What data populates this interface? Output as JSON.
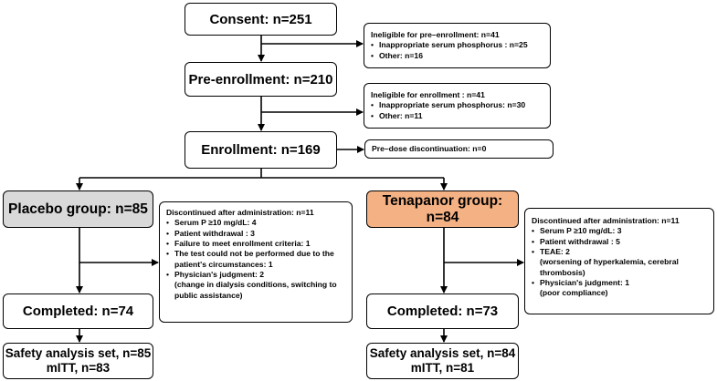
{
  "consent": "Consent: n=251",
  "ineligible_pre": {
    "title": "Ineligible for pre–enrollment: n=41",
    "items": [
      "Inappropriate serum phosphorus : n=25",
      "Other: n=16"
    ]
  },
  "pre_enrollment": "Pre-enrollment: n=210",
  "ineligible_enroll": {
    "title": "Ineligible for enrollment : n=41",
    "items": [
      "Inappropriate serum phosphorus: n=30",
      "Other: n=11"
    ]
  },
  "enrollment": "Enrollment: n=169",
  "pre_dose": "Pre–dose discontinuation: n=0",
  "placebo": {
    "group": "Placebo group: n=85",
    "discontinued": {
      "title": "Discontinued after administration: n=11",
      "items": [
        "Serum P ≥10 mg/dL: 4",
        "Patient withdrawal : 3",
        "Failure to meet enrollment criteria: 1",
        "The test could not be performed due to the patient's circumstances: 1",
        "Physician's judgment: 2"
      ],
      "note": "(change in dialysis conditions, switching to public assistance)"
    },
    "completed": "Completed: n=74",
    "safety": "Safety analysis set, n=85",
    "mitt": "mITT, n=83"
  },
  "tenapanor": {
    "group": "Tenapanor group: n=84",
    "discontinued": {
      "title": "Discontinued after administration:  n=11",
      "items": [
        "Serum P ≥10 mg/dL: 3",
        "Patient withdrawal : 5",
        "TEAE: 2",
        "Physician's judgment: 1"
      ],
      "teae_note": "(worsening of hyperkalemia, cerebral thrombosis)",
      "physician_note": "(poor compliance)"
    },
    "completed": "Completed: n=73",
    "safety": "Safety analysis set, n=84",
    "mitt": "mITT, n=81"
  },
  "colors": {
    "placebo_fill": "#d9d9d9",
    "tenapanor_fill": "#f4b183",
    "line": "#000000"
  }
}
